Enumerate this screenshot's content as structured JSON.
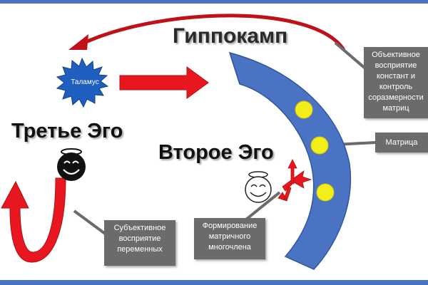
{
  "titles": {
    "hippocampus": "Гиппокамп",
    "third_ego": "Третье Эго",
    "second_ego": "Второе Эго",
    "thalamus": "Таламус"
  },
  "callouts": {
    "objective": [
      "Объективное",
      "восприятие",
      "констант и",
      "контроль",
      "соразмерности",
      "матриц"
    ],
    "matrix": "Матрица",
    "subjective": [
      "Субъективное",
      "восприятие",
      "переменных"
    ],
    "formation": [
      "Формирование",
      "матричного",
      "многочлена"
    ]
  },
  "colors": {
    "arc": "#4a73c4",
    "arrows": "#e8161f",
    "dots": "#f2ee1a",
    "callout_bg": "#6b6b6b",
    "border": "#4a73c4"
  },
  "icons": [
    "smiley-face-black-icon",
    "smiley-face-outline-icon",
    "halo-icon",
    "starburst-icon"
  ]
}
